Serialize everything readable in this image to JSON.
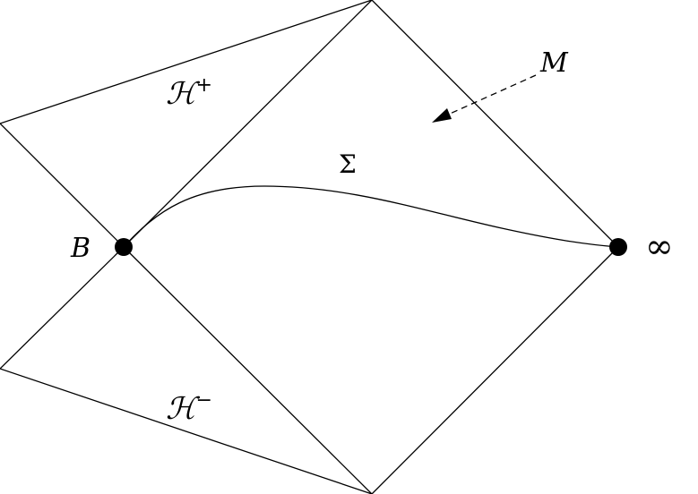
{
  "labels": {
    "horizon_future": "ℋ",
    "horizon_future_sup": "+",
    "horizon_past": "ℋ",
    "horizon_past_sup": "−",
    "bifurcation_point": "B",
    "infinity": "∞",
    "surface": "Σ",
    "spacetime": "M"
  },
  "colors": {
    "line": "#000000",
    "background": "#ffffff"
  }
}
